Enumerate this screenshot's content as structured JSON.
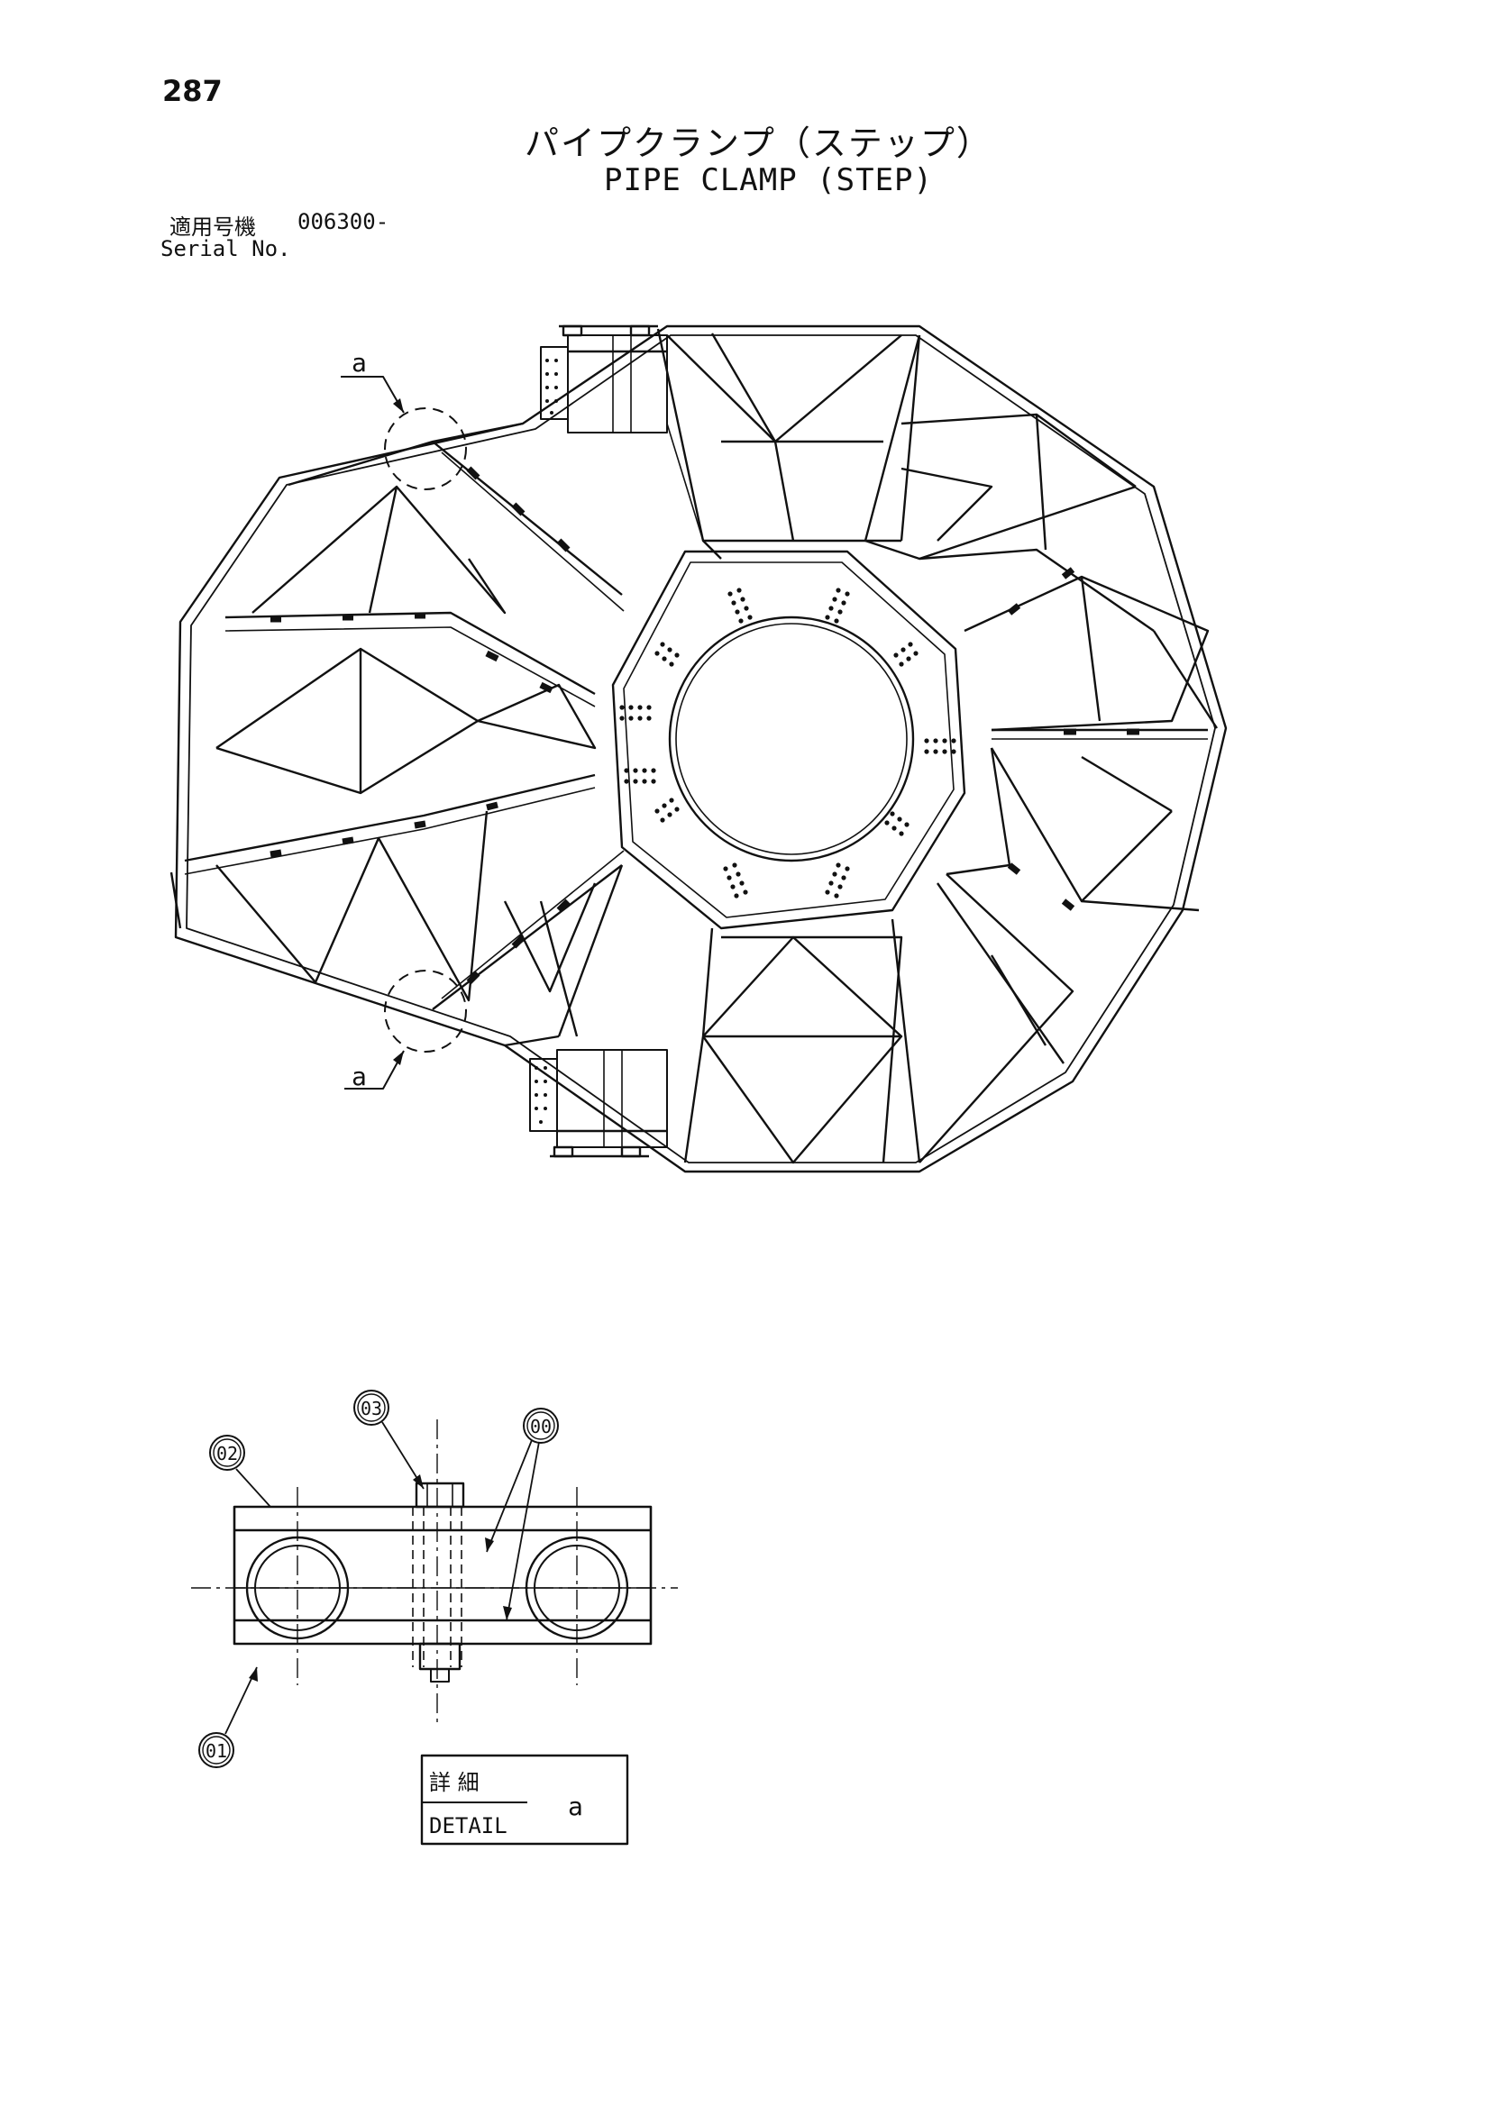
{
  "header": {
    "page_number": "287",
    "title_jp": "パイプクランプ（ステップ）",
    "title_en": "PIPE CLAMP (STEP)",
    "serial_label_jp": "適用号機",
    "serial_value": "006300-",
    "serial_label_en": "Serial No."
  },
  "main_view": {
    "detail_callout_top": "a",
    "detail_callout_bottom": "a"
  },
  "detail_view": {
    "callouts": [
      "02",
      "03",
      "00",
      "01"
    ],
    "detail_box": {
      "label_jp": "詳 細",
      "label_en": "DETAIL",
      "letter": "a"
    }
  }
}
